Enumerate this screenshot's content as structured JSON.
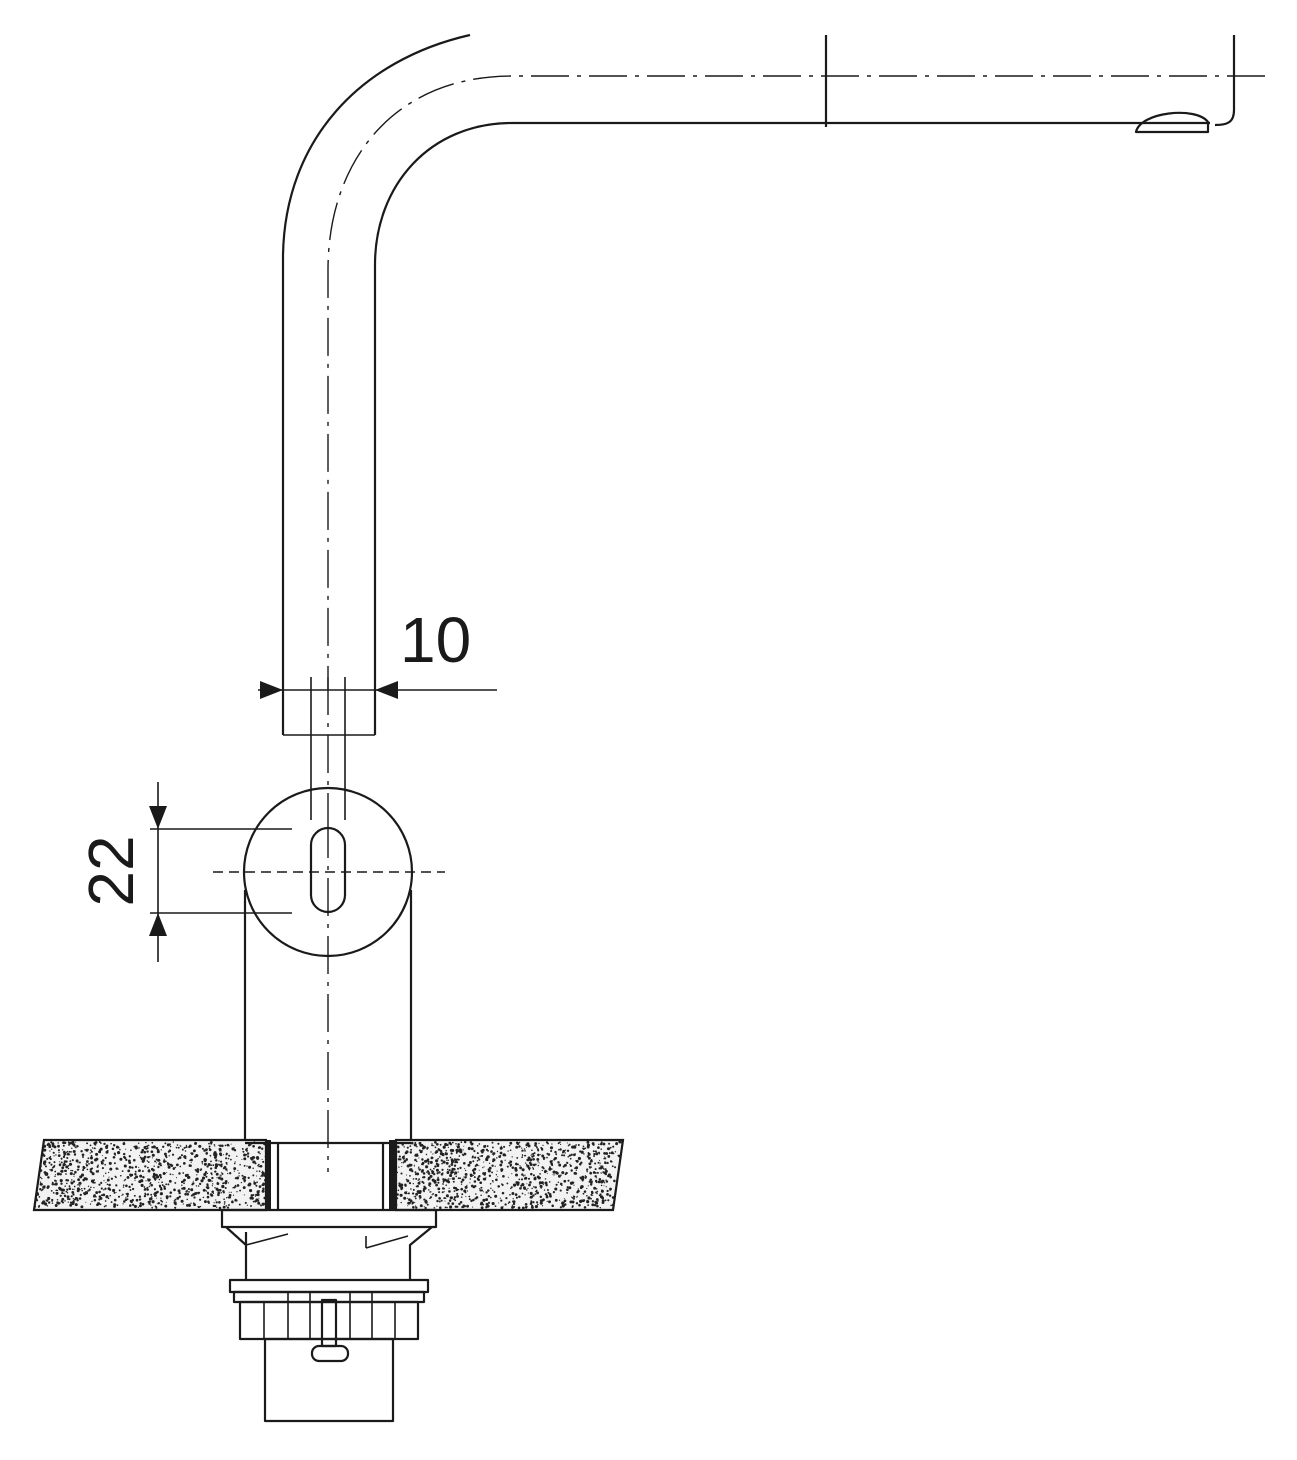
{
  "drawing": {
    "dimensions": [
      {
        "id": "spout-diameter",
        "value": "10"
      },
      {
        "id": "lever-height",
        "value": "22"
      }
    ],
    "colors": {
      "line": "#1a1a1a",
      "countertop_fill": "#f2f2f2",
      "speckle": "#222222",
      "background": "#ffffff"
    }
  }
}
